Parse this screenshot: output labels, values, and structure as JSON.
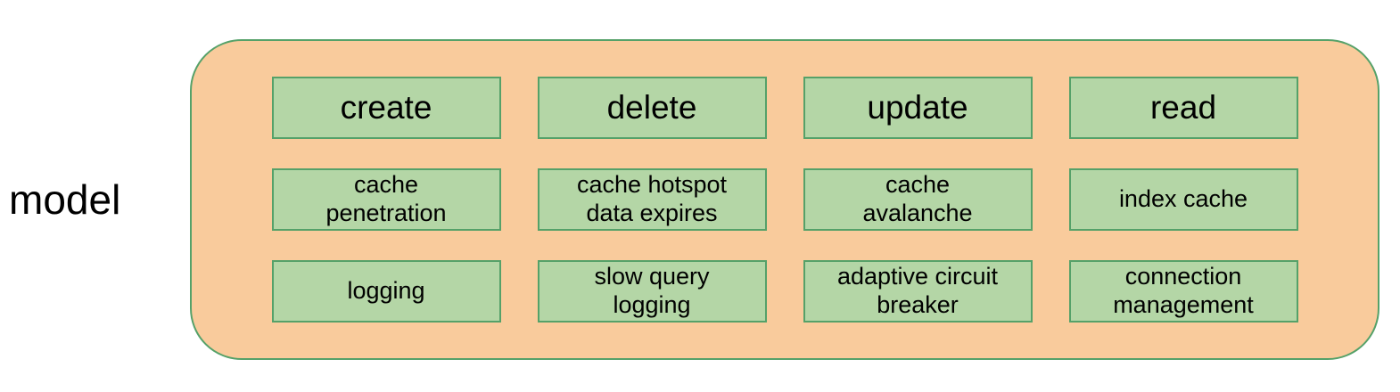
{
  "colors": {
    "container_fill": "#F9CB9C",
    "box_fill": "#B4D6A6",
    "border_green": "#55A169",
    "text": "#000000",
    "background": "#FFFFFF"
  },
  "diagram": {
    "side_label": "model",
    "rows": [
      {
        "cells": [
          {
            "label": "create"
          },
          {
            "label": "delete"
          },
          {
            "label": "update"
          },
          {
            "label": "read"
          }
        ]
      },
      {
        "cells": [
          {
            "label": "cache\npenetration"
          },
          {
            "label": "cache hotspot\ndata expires"
          },
          {
            "label": "cache\navalanche"
          },
          {
            "label": "index cache"
          }
        ]
      },
      {
        "cells": [
          {
            "label": "logging"
          },
          {
            "label": "slow query\nlogging"
          },
          {
            "label": "adaptive circuit\nbreaker"
          },
          {
            "label": "connection\nmanagement"
          }
        ]
      }
    ]
  }
}
